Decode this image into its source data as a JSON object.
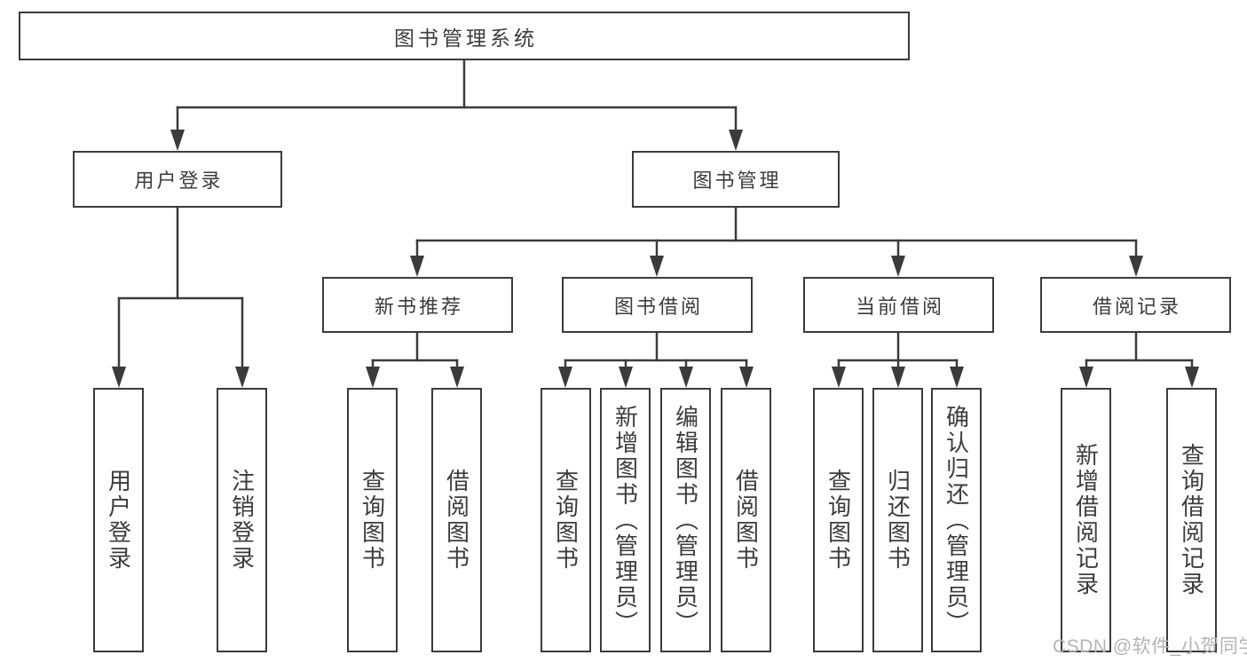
{
  "diagram": {
    "tree": {
      "root": {
        "label": "图书管理系统"
      },
      "children": [
        {
          "label": "用户登录",
          "children": [
            {
              "label": "用户登录"
            },
            {
              "label": "注销登录"
            }
          ]
        },
        {
          "label": "图书管理",
          "children": [
            {
              "label": "新书推荐",
              "children": [
                {
                  "label": "查询图书"
                },
                {
                  "label": "借阅图书"
                }
              ]
            },
            {
              "label": "图书借阅",
              "children": [
                {
                  "label": "查询图书"
                },
                {
                  "label": "新增图书（管理员）"
                },
                {
                  "label": "编辑图书（管理员）"
                },
                {
                  "label": "借阅图书"
                }
              ]
            },
            {
              "label": "当前借阅",
              "children": [
                {
                  "label": "查询图书"
                },
                {
                  "label": "归还图书"
                },
                {
                  "label": "确认归还（管理员）"
                }
              ]
            },
            {
              "label": "借阅记录",
              "children": [
                {
                  "label": "新增借阅记录"
                },
                {
                  "label": "查询借阅记录"
                }
              ]
            }
          ]
        }
      ]
    },
    "colors": {
      "line": "#3b3b3b",
      "text": "#3c3c3c",
      "watermark": "#b4b4b4"
    }
  },
  "watermark": {
    "text": "CSDN @软件_小贺同学"
  }
}
